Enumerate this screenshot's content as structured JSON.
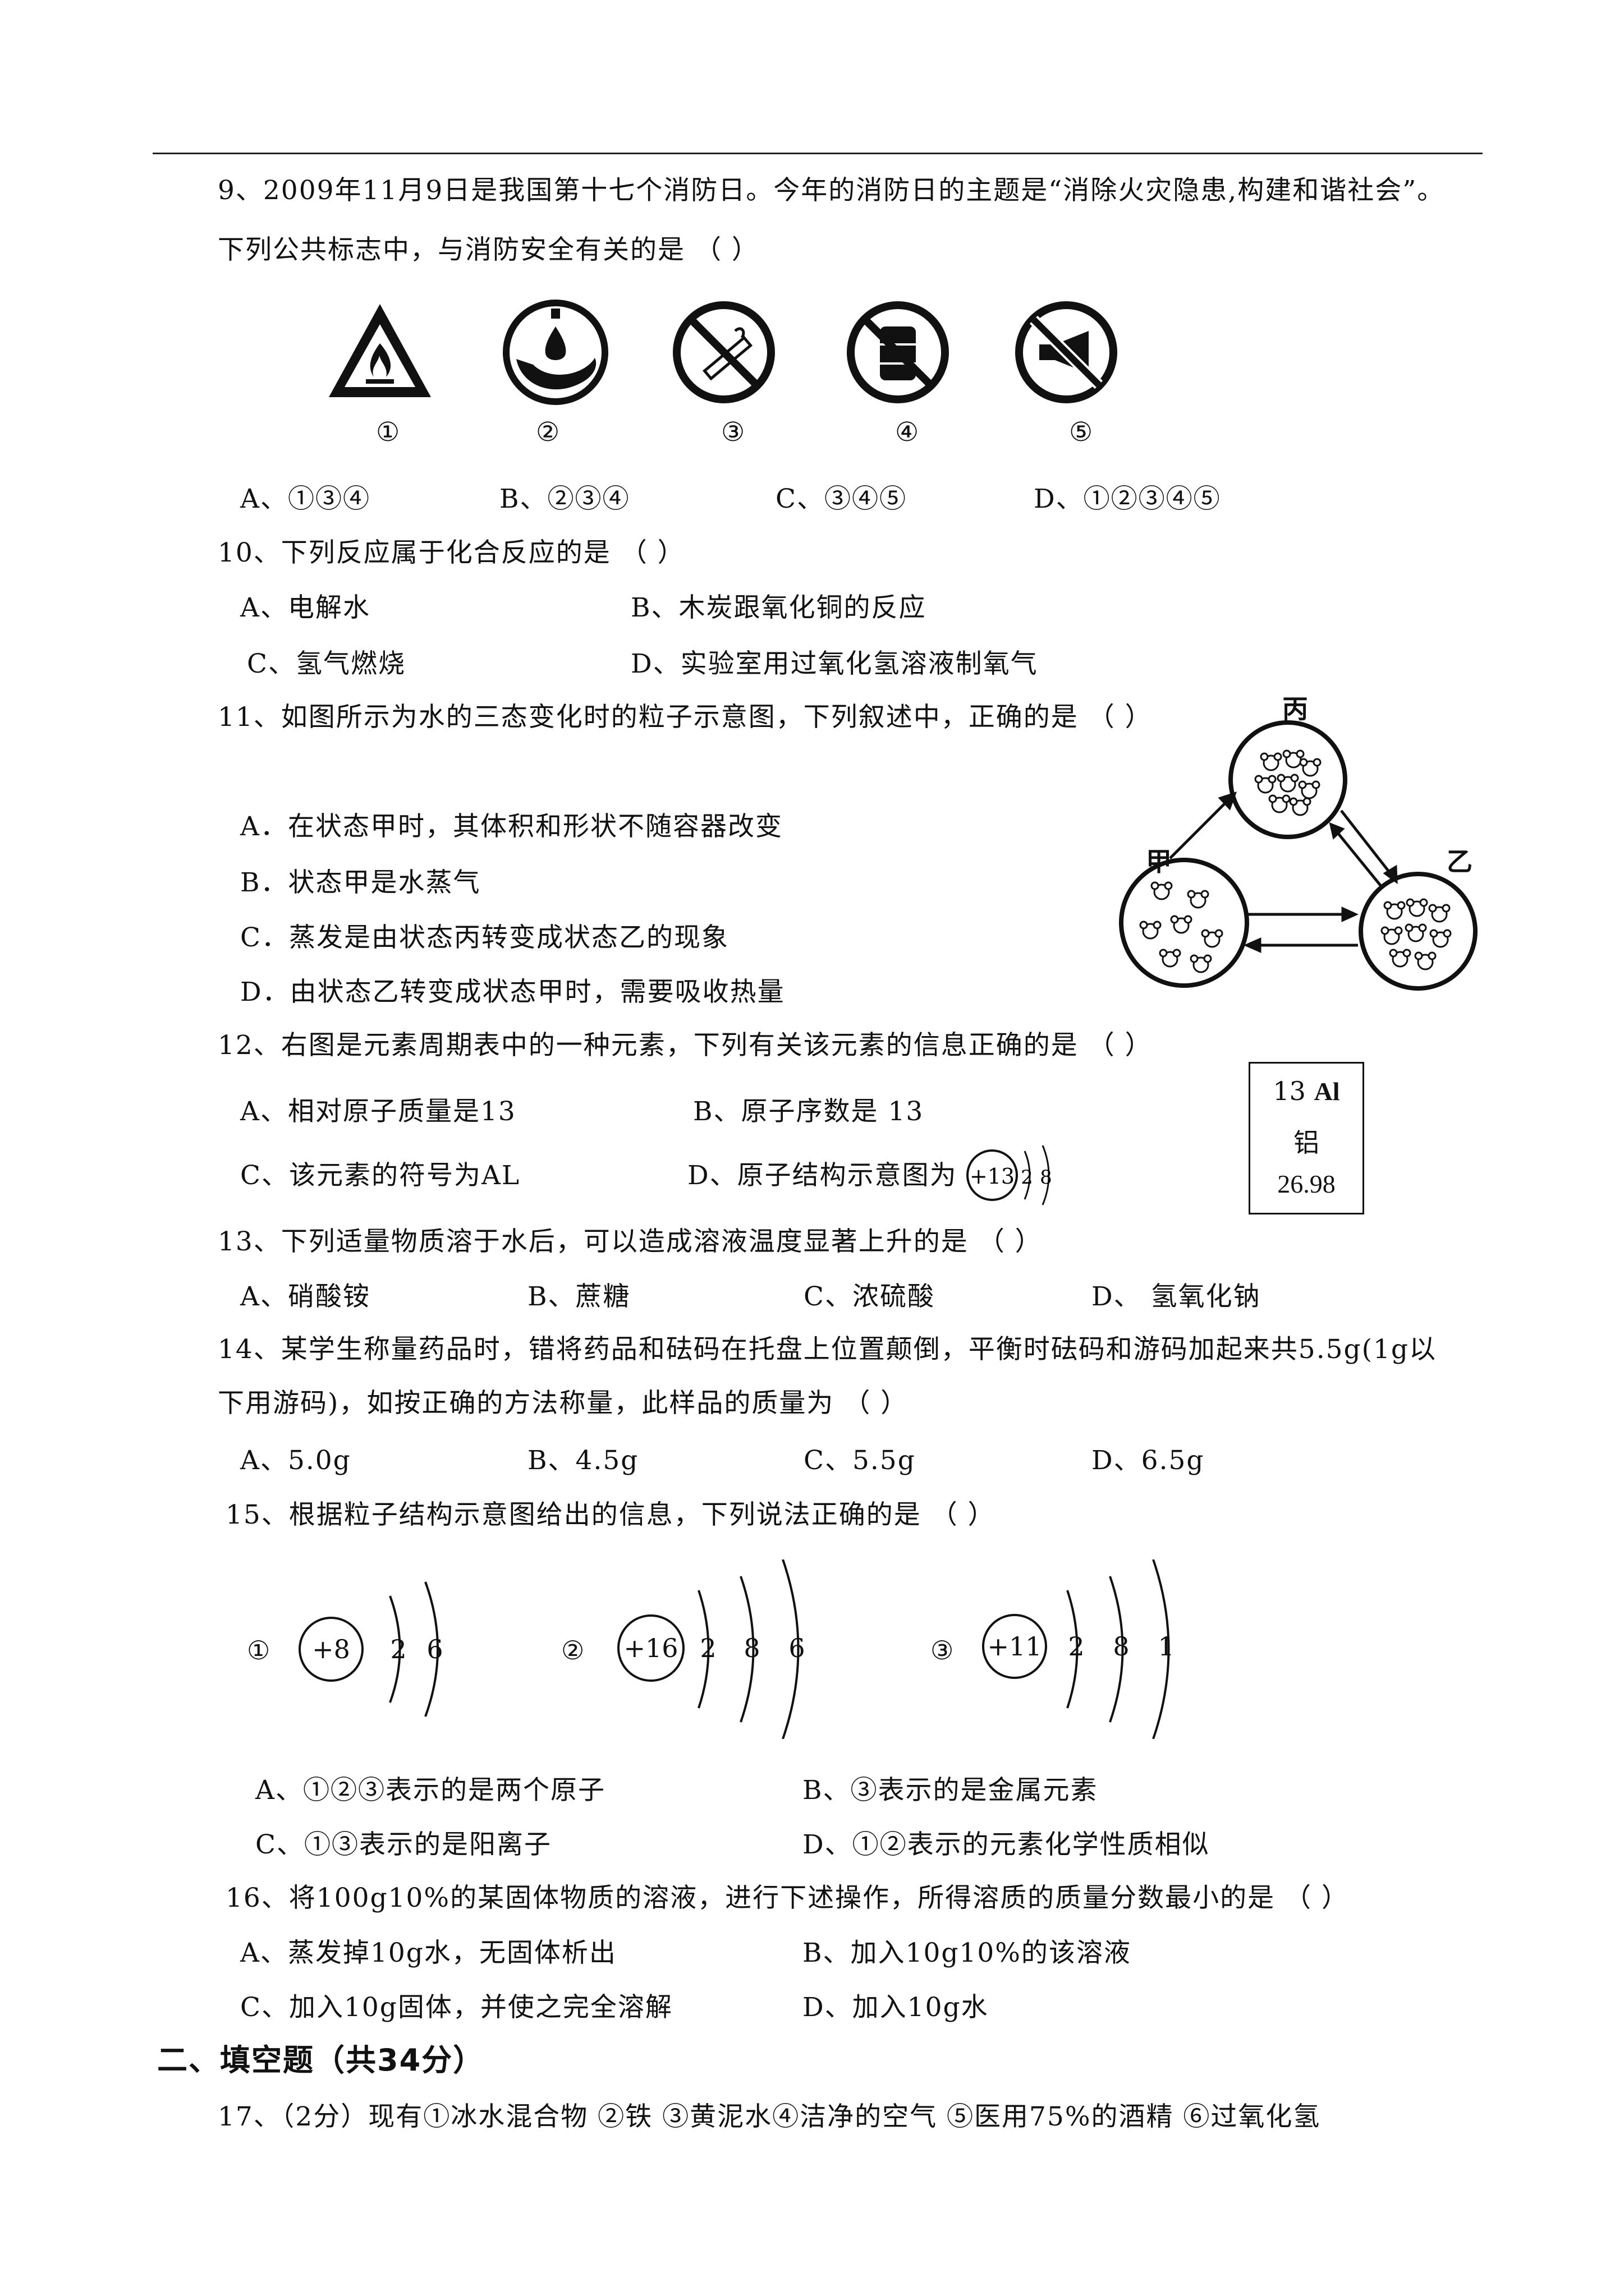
{
  "q9": {
    "line1": "9、2009年11月9日是我国第十七个消防日。今年的消防日的主题是“消除火灾隐患,构建和谐社会”。",
    "line2": "下列公共标志中，与消防安全有关的是 （     ）",
    "sign_icons": [
      "flammable-warning-icon",
      "water-saving-hand-icon",
      "no-smoking-icon",
      "no-oil-drum-icon",
      "no-horn-icon"
    ],
    "sign_labels": [
      "①",
      "②",
      "③",
      "④",
      "⑤"
    ],
    "options": [
      "A、①③④",
      "B、②③④",
      "C、③④⑤",
      "D、①②③④⑤"
    ]
  },
  "q10": {
    "stem": "10、下列反应属于化合反应的是 （     ）",
    "options": [
      "A、电解水",
      "B、木炭跟氧化铜的反应",
      "C、氢气燃烧",
      "D、实验室用过氧化氢溶液制氧气"
    ]
  },
  "q11": {
    "stem": "11、如图所示为水的三态变化时的粒子示意图，下列叙述中，正确的是 （     ）",
    "options": [
      "A．在状态甲时，其体积和形状不随容器改变",
      "B．状态甲是水蒸气",
      "C．蒸发是由状态丙转变成状态乙的现象",
      "D．由状态乙转变成状态甲时，需要吸收热量"
    ],
    "diagram_labels": [
      "丙",
      "甲",
      "乙"
    ]
  },
  "q12": {
    "stem": "12、右图是元素周期表中的一种元素，下列有关该元素的信息正确的是 （     ）",
    "options": [
      "A、相对原子质量是13",
      "B、原子序数是 13",
      "C、该元素的符号为AL",
      "D、原子结构示意图为"
    ],
    "option_d_diagram": {
      "nucleus": "+13",
      "shells": [
        "2",
        "8"
      ]
    },
    "element_card": {
      "number": "13",
      "symbol": "Al",
      "name": "铝",
      "mass": "26.98"
    }
  },
  "q13": {
    "stem": "13、下列适量物质溶于水后，可以造成溶液温度显著上升的是 （     ）",
    "options": [
      "A、硝酸铵",
      "B、蔗糖",
      "C、浓硫酸",
      "D、 氢氧化钠"
    ]
  },
  "q14": {
    "line1": "14、某学生称量药品时，错将药品和砝码在托盘上位置颠倒，平衡时砝码和游码加起来共5.5g(1g以",
    "line2": "下用游码)，如按正确的方法称量，此样品的质量为 （     ）",
    "options": [
      "A、5.0g",
      "B、4.5g",
      "C、5.5g",
      "D、6.5g"
    ]
  },
  "q15": {
    "stem": "15、根据粒子结构示意图给出的信息，下列说法正确的是 （     ）",
    "particles": [
      {
        "label": "①",
        "nucleus": "+8",
        "shells": [
          "2",
          "6"
        ]
      },
      {
        "label": "②",
        "nucleus": "+16",
        "shells": [
          "2",
          "8",
          "6"
        ]
      },
      {
        "label": "③",
        "nucleus": "+11",
        "shells": [
          "2",
          "8",
          "1"
        ]
      }
    ],
    "options": [
      "A、①②③表示的是两个原子",
      "B、③表示的是金属元素",
      "C、①③表示的是阳离子",
      "D、①②表示的元素化学性质相似"
    ]
  },
  "q16": {
    "stem": "16、将100g10%的某固体物质的溶液，进行下述操作，所得溶质的质量分数最小的是 （     ）",
    "options": [
      "A、蒸发掉10g水，无固体析出",
      "B、加入10g10%的该溶液",
      "C、加入10g固体，并使之完全溶解",
      "D、加入10g水"
    ]
  },
  "section2": {
    "title": "二、填空题（共34分）"
  },
  "q17": {
    "line1": "17、（2分）现有①冰水混合物 ②铁 ③黄泥水④洁净的空气 ⑤医用75%的酒精 ⑥过氧化氢"
  }
}
